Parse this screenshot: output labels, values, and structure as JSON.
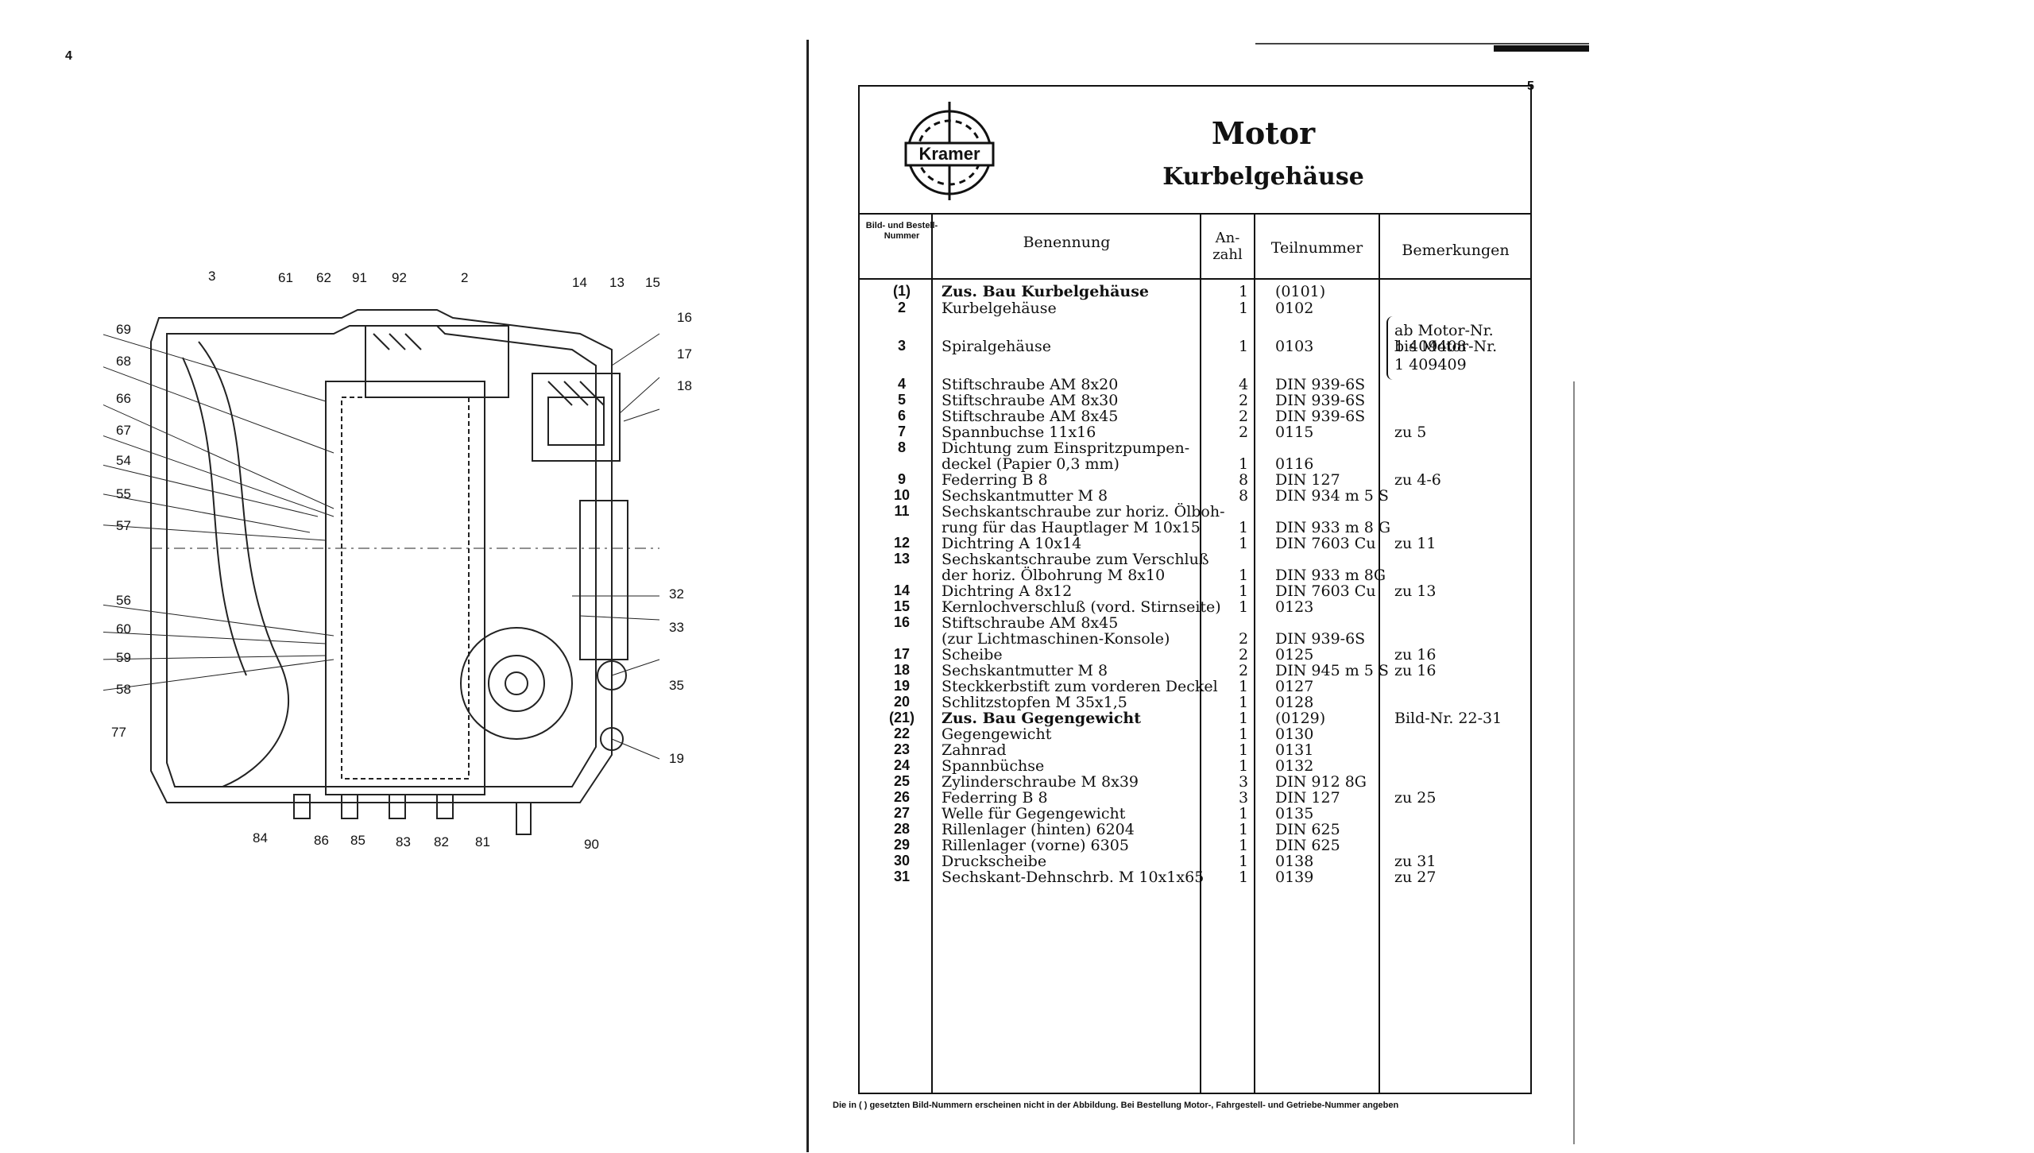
{
  "left_page": {
    "page_number": "4",
    "callouts": [
      "3",
      "61",
      "62",
      "91",
      "92",
      "2",
      "14",
      "13",
      "15",
      "16",
      "17",
      "18",
      "69",
      "68",
      "66",
      "67",
      "54",
      "55",
      "57",
      "56",
      "60",
      "59",
      "58",
      "77",
      "32",
      "33",
      "35",
      "19",
      "84",
      "86",
      "85",
      "83",
      "82",
      "81",
      "90"
    ]
  },
  "right_page": {
    "page_number": "5",
    "logo_text": "Kramer",
    "title": "Motor",
    "subtitle": "Kurbelgehäuse",
    "columns": {
      "bild": "Bild- und Bestell- Nummer",
      "benennung": "Benennung",
      "anzahl": "An- zahl",
      "teilnummer": "Teilnummer",
      "bemerkungen": "Bemerkungen"
    },
    "rows": [
      {
        "num": "(1)",
        "name": "Zus. Bau Kurbelgehäuse",
        "qty": "1",
        "part": "(0101)",
        "rem": "",
        "bold": true
      },
      {
        "num": "2",
        "name": "Kurbelgehäuse",
        "qty": "1",
        "part": "0102",
        "rem": ""
      },
      {
        "num": "",
        "name": "",
        "qty": "",
        "part": "",
        "rem": "ab Motor-Nr."
      },
      {
        "num": "",
        "name": "",
        "qty": "",
        "part": "",
        "rem": "1 409408"
      },
      {
        "num": "3",
        "name": "Spiralgehäuse",
        "qty": "1",
        "part": "0103",
        "rem": "bis Motor-Nr."
      },
      {
        "num": "",
        "name": "",
        "qty": "",
        "part": "",
        "rem": "1 409409"
      },
      {
        "num": "4",
        "name": "Stiftschraube AM 8x20",
        "qty": "4",
        "part": "DIN 939-6S",
        "rem": ""
      },
      {
        "num": "5",
        "name": "Stiftschraube AM 8x30",
        "qty": "2",
        "part": "DIN 939-6S",
        "rem": ""
      },
      {
        "num": "6",
        "name": "Stiftschraube AM 8x45",
        "qty": "2",
        "part": "DIN 939-6S",
        "rem": ""
      },
      {
        "num": "7",
        "name": "Spannbuchse 11x16",
        "qty": "2",
        "part": "0115",
        "rem": "zu 5"
      },
      {
        "num": "8",
        "name": "Dichtung zum Einspritzpumpen-",
        "qty": "",
        "part": "",
        "rem": ""
      },
      {
        "num": "",
        "name": "deckel (Papier 0,3 mm)",
        "qty": "1",
        "part": "0116",
        "rem": ""
      },
      {
        "num": "9",
        "name": "Federring B 8",
        "qty": "8",
        "part": "DIN 127",
        "rem": "zu 4-6"
      },
      {
        "num": "10",
        "name": "Sechskantmutter M 8",
        "qty": "8",
        "part": "DIN 934 m 5 S",
        "rem": ""
      },
      {
        "num": "11",
        "name": "Sechskantschraube zur horiz. Ölboh-",
        "qty": "",
        "part": "",
        "rem": ""
      },
      {
        "num": "",
        "name": "rung für das Hauptlager M 10x15",
        "qty": "1",
        "part": "DIN 933 m 8 G",
        "rem": ""
      },
      {
        "num": "12",
        "name": "Dichtring A 10x14",
        "qty": "1",
        "part": "DIN 7603 Cu",
        "rem": "zu 11"
      },
      {
        "num": "13",
        "name": "Sechskantschraube zum Verschluß",
        "qty": "",
        "part": "",
        "rem": ""
      },
      {
        "num": "",
        "name": "der horiz. Ölbohrung M 8x10",
        "qty": "1",
        "part": "DIN 933 m 8G",
        "rem": ""
      },
      {
        "num": "14",
        "name": "Dichtring A 8x12",
        "qty": "1",
        "part": "DIN 7603 Cu",
        "rem": "zu 13"
      },
      {
        "num": "15",
        "name": "Kernlochverschluß (vord. Stirnseite)",
        "qty": "1",
        "part": "0123",
        "rem": ""
      },
      {
        "num": "16",
        "name": "Stiftschraube AM 8x45",
        "qty": "",
        "part": "",
        "rem": ""
      },
      {
        "num": "",
        "name": "(zur Lichtmaschinen-Konsole)",
        "qty": "2",
        "part": "DIN 939-6S",
        "rem": ""
      },
      {
        "num": "17",
        "name": "Scheibe",
        "qty": "2",
        "part": "0125",
        "rem": "zu 16"
      },
      {
        "num": "18",
        "name": "Sechskantmutter M 8",
        "qty": "2",
        "part": "DIN 945 m 5 S",
        "rem": "zu 16"
      },
      {
        "num": "19",
        "name": "Steckkerbstift zum vorderen Deckel",
        "qty": "1",
        "part": "0127",
        "rem": ""
      },
      {
        "num": "20",
        "name": "Schlitzstopfen M 35x1,5",
        "qty": "1",
        "part": "0128",
        "rem": ""
      },
      {
        "num": "(21)",
        "name": "Zus. Bau Gegengewicht",
        "qty": "1",
        "part": "(0129)",
        "rem": "Bild-Nr. 22-31",
        "bold": true
      },
      {
        "num": "22",
        "name": "Gegengewicht",
        "qty": "1",
        "part": "0130",
        "rem": ""
      },
      {
        "num": "23",
        "name": "Zahnrad",
        "qty": "1",
        "part": "0131",
        "rem": ""
      },
      {
        "num": "24",
        "name": "Spannbüchse",
        "qty": "1",
        "part": "0132",
        "rem": ""
      },
      {
        "num": "25",
        "name": "Zylinderschraube M 8x39",
        "qty": "3",
        "part": "DIN 912 8G",
        "rem": ""
      },
      {
        "num": "26",
        "name": "Federring B 8",
        "qty": "3",
        "part": "DIN 127",
        "rem": "zu 25"
      },
      {
        "num": "27",
        "name": "Welle für Gegengewicht",
        "qty": "1",
        "part": "0135",
        "rem": ""
      },
      {
        "num": "28",
        "name": "Rillenlager (hinten) 6204",
        "qty": "1",
        "part": "DIN 625",
        "rem": ""
      },
      {
        "num": "29",
        "name": "Rillenlager (vorne) 6305",
        "qty": "1",
        "part": "DIN 625",
        "rem": ""
      },
      {
        "num": "30",
        "name": "Druckscheibe",
        "qty": "1",
        "part": "0138",
        "rem": "zu 31"
      },
      {
        "num": "31",
        "name": "Sechskant-Dehnschrb. M 10x1x65",
        "qty": "1",
        "part": "0139",
        "rem": "zu 27"
      }
    ],
    "footer": "Die in ( ) gesetzten Bild-Nummern erscheinen nicht in der Abbildung. Bei Bestellung Motor-, Fahrgestell- und Getriebe-Nummer angeben"
  }
}
